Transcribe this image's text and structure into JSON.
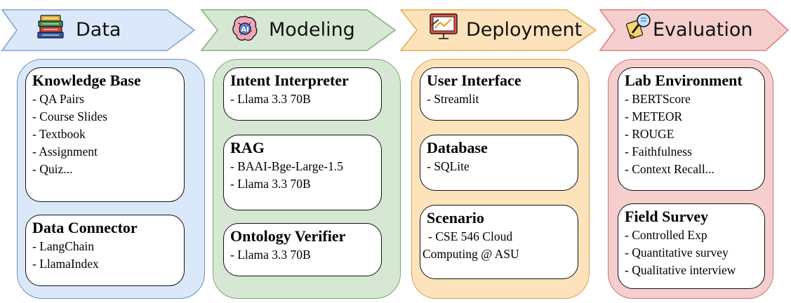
{
  "stages": [
    {
      "label": "Data",
      "icon": "books-icon",
      "colors": {
        "arrow_fill": "#dbe8fa",
        "arrow_stroke": "#7fa6d6",
        "panel_fill": "#dbe8fa",
        "panel_stroke": "#6e8fb8"
      },
      "cards": [
        {
          "title": "Knowledge Base",
          "items": [
            "- QA Pairs",
            "- Course Slides",
            "- Textbook",
            "- Assignment",
            "- Quiz..."
          ]
        },
        {
          "title": "Data Connector",
          "items": [
            "- LangChain",
            "- LlamaIndex"
          ]
        }
      ]
    },
    {
      "label": "Modeling",
      "icon": "ai-brain-icon",
      "colors": {
        "arrow_fill": "#d6e8d3",
        "arrow_stroke": "#86b27f",
        "panel_fill": "#d6e8d3",
        "panel_stroke": "#7ea676"
      },
      "cards": [
        {
          "title": "Intent Interpreter",
          "items": [
            "- Llama 3.3 70B"
          ]
        },
        {
          "title": "RAG",
          "items": [
            "- BAAI-Bge-Large-1.5",
            "- Llama 3.3 70B"
          ]
        },
        {
          "title": "Ontology Verifier",
          "items": [
            "- Llama 3.3 70B"
          ]
        }
      ]
    },
    {
      "label": "Deployment",
      "icon": "presentation-board-icon",
      "colors": {
        "arrow_fill": "#fde3bc",
        "arrow_stroke": "#e5ad5a",
        "panel_fill": "#fde3bc",
        "panel_stroke": "#d9a24f"
      },
      "cards": [
        {
          "title": "User Interface",
          "items": [
            "- Streamlit"
          ]
        },
        {
          "title": "Database",
          "items": [
            "- SQLite"
          ]
        },
        {
          "title": "Scenario",
          "items": [
            "- CSE 546 Cloud",
            "Computing @ ASU"
          ]
        }
      ]
    },
    {
      "label": "Evaluation",
      "icon": "magnifier-survey-icon",
      "colors": {
        "arrow_fill": "#f6cece",
        "arrow_stroke": "#d98282",
        "panel_fill": "#f6cece",
        "panel_stroke": "#c77676"
      },
      "cards": [
        {
          "title": "Lab Environment",
          "items": [
            "- BERTScore",
            "- METEOR",
            "- ROUGE",
            "- Faithfulness",
            "- Context Recall..."
          ]
        },
        {
          "title": "Field Survey",
          "items": [
            "- Controlled Exp",
            "- Quantitative survey",
            "- Qualitative interview"
          ]
        }
      ]
    }
  ]
}
